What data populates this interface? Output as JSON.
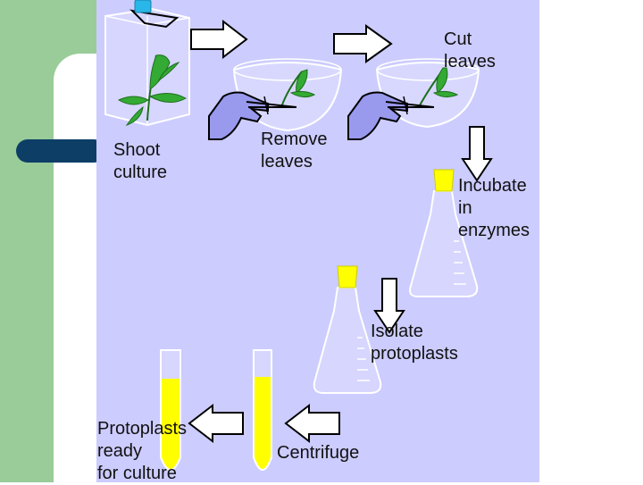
{
  "colors": {
    "green_band": "#99cc99",
    "panel": "#ccccff",
    "blue_bar": "#0d3e66",
    "yellow": "#ffff00",
    "leaf": "#33aa33",
    "glove": "#9999ee"
  },
  "labels": {
    "shoot_culture": "Shoot\nculture",
    "remove_leaves": "Remove\nleaves",
    "cut_leaves": "Cut\nleaves",
    "incubate": "Incubate\nin\nenzymes",
    "isolate": "Isolate\nprotoplasts",
    "centrifuge": "Centrifuge",
    "ready": "Protoplasts\nready\nfor culture"
  }
}
